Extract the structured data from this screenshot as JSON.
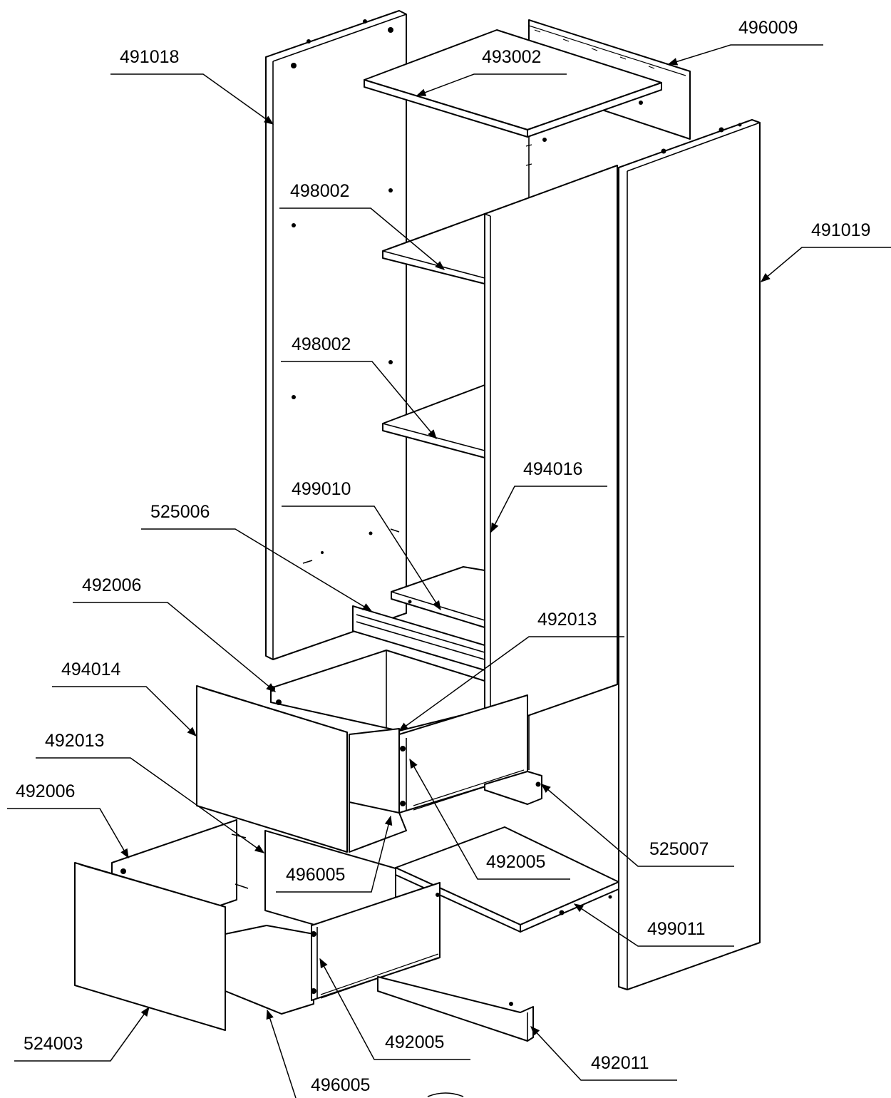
{
  "diagram": {
    "callouts": [
      {
        "id": "c01",
        "part": "491018"
      },
      {
        "id": "c02",
        "part": "493002"
      },
      {
        "id": "c03",
        "part": "496009"
      },
      {
        "id": "c04",
        "part": "498002"
      },
      {
        "id": "c05",
        "part": "491019"
      },
      {
        "id": "c06",
        "part": "498002"
      },
      {
        "id": "c07",
        "part": "494016"
      },
      {
        "id": "c08",
        "part": "499010"
      },
      {
        "id": "c09",
        "part": "525006"
      },
      {
        "id": "c10",
        "part": "492006"
      },
      {
        "id": "c11",
        "part": "492013"
      },
      {
        "id": "c12",
        "part": "494014"
      },
      {
        "id": "c13",
        "part": "492013"
      },
      {
        "id": "c14",
        "part": "492006"
      },
      {
        "id": "c15",
        "part": "525007"
      },
      {
        "id": "c16",
        "part": "492005"
      },
      {
        "id": "c17",
        "part": "496005"
      },
      {
        "id": "c18",
        "part": "499011"
      },
      {
        "id": "c19",
        "part": "492005"
      },
      {
        "id": "c20",
        "part": "524003"
      },
      {
        "id": "c21",
        "part": "492011"
      },
      {
        "id": "c22",
        "part": "496005"
      }
    ]
  },
  "colors": {
    "line": "#000000",
    "background": "#ffffff"
  }
}
